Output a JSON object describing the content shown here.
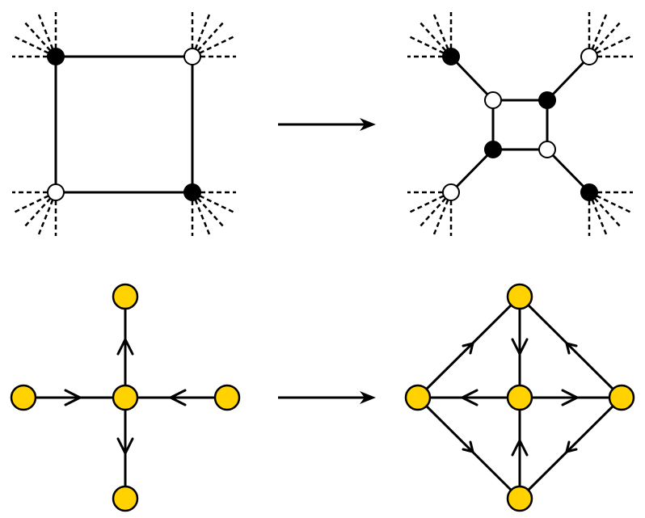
{
  "colors": {
    "stroke": "#000000",
    "black_vertex": "#000000",
    "white_vertex": "#ffffff",
    "quiver_node": "#ffd200",
    "background": "#ffffff"
  },
  "panels": [
    {
      "name": "square-graph-before",
      "kind": "bipartite-square"
    },
    {
      "name": "square-move-arrow",
      "kind": "transformation-arrow",
      "direction": "right"
    },
    {
      "name": "square-graph-after",
      "kind": "bipartite-square-with-legs"
    },
    {
      "name": "star-quiver-before",
      "kind": "quiver",
      "arrow_directions": [
        "inward",
        "inward",
        "outward",
        "outward"
      ]
    },
    {
      "name": "quiver-mutation-arrow",
      "kind": "transformation-arrow",
      "direction": "right"
    },
    {
      "name": "octahedron-quiver-after",
      "kind": "quiver",
      "arrow_directions": [
        "outward",
        "outward",
        "inward",
        "inward"
      ]
    }
  ],
  "vertex_colors": {
    "square_before": [
      "black",
      "white",
      "white",
      "black"
    ],
    "square_after_inner": [
      "white",
      "black",
      "black",
      "white"
    ],
    "square_after_outer": [
      "black",
      "white",
      "white",
      "black"
    ]
  }
}
